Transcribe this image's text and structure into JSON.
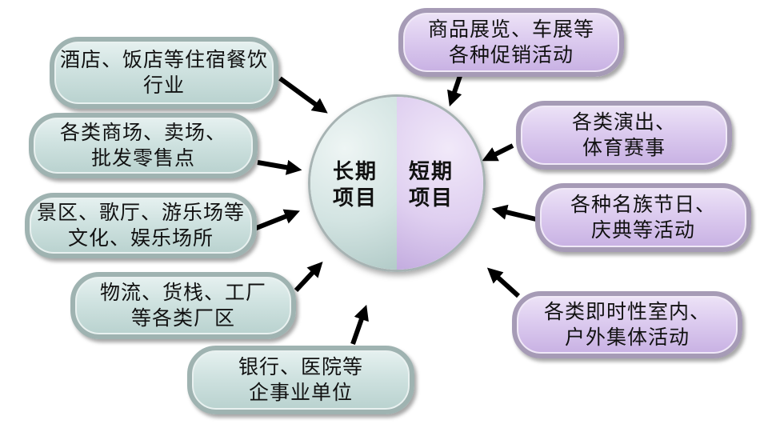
{
  "center": {
    "long_term": [
      "长期",
      "项目"
    ],
    "short_term": [
      "短期",
      "项目"
    ]
  },
  "long_term_items": [
    {
      "lines": [
        "酒店、饭店等住宿餐饮",
        "行业"
      ]
    },
    {
      "lines": [
        "各类商场、卖场、",
        "批发零售点"
      ]
    },
    {
      "lines": [
        "景区、歌厅、游乐场等",
        "文化、娱乐场所"
      ]
    },
    {
      "lines": [
        "物流、货栈、工厂",
        "等各类厂区"
      ]
    },
    {
      "lines": [
        "银行、医院等",
        "企事业单位"
      ]
    }
  ],
  "short_term_items": [
    {
      "lines": [
        "商品展览、车展等",
        "各种促销活动"
      ]
    },
    {
      "lines": [
        "各类演出、",
        "体育赛事"
      ]
    },
    {
      "lines": [
        "各种名族节日、",
        "庆典等活动"
      ]
    },
    {
      "lines": [
        "各类即时性室内、",
        "户外集体活动"
      ]
    }
  ],
  "colors": {
    "long_fill": "#cfe2e0",
    "short_fill": "#dccbef",
    "arrow": "#000000"
  }
}
